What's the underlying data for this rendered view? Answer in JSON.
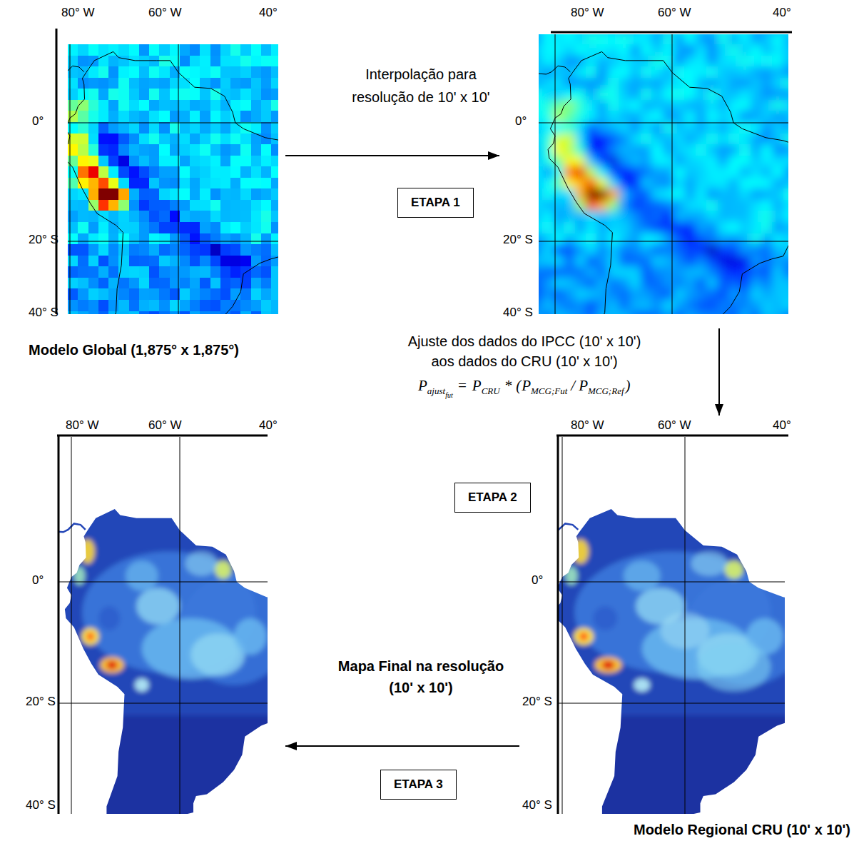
{
  "diagram": {
    "nodes": [
      {
        "text": [
          "80° W",
          "60° W",
          "40°",
          "0°",
          "20° S",
          "40° S",
          "Modelo Global (1,875° x 1,875°)"
        ]
      },
      {
        "text": [
          "ETAPA 1"
        ]
      },
      {
        "text": [
          "80° W",
          "60° W",
          "40°",
          "0°",
          "20° S",
          "40° S"
        ]
      },
      {
        "text": [
          "ETAPA 2"
        ]
      },
      {
        "text": [
          "80° W",
          "60° W",
          "40°",
          "0°",
          "20° S",
          "40° S"
        ]
      },
      {
        "text": [
          "ETAPA 3"
        ]
      },
      {
        "text": [
          "80° W",
          "60° W",
          "40°",
          "0°",
          "20° S",
          "40° S",
          "Modelo Regional CRU (10' x 10')"
        ]
      }
    ],
    "edges": [
      {
        "from": 0,
        "to": 2,
        "arrow": "to",
        "label": "Interpolação para resolução de 10' x 10'"
      },
      {
        "from": 2,
        "to": 6,
        "arrow": "to",
        "label": "Ajuste dos dados do IPCC (10' x 10') aos dados do CRU (10' x 10')"
      },
      {
        "from": 6,
        "to": 4,
        "arrow": "to",
        "label": "Mapa Final na resolução (10' x 10')"
      }
    ],
    "labels": [
      "P",
      "ajust",
      "fut",
      "=",
      "P",
      "CRU",
      "*",
      "(",
      "P",
      "MCG;Fut",
      "/",
      "P",
      "MCG;Ref",
      ")"
    ]
  }
}
